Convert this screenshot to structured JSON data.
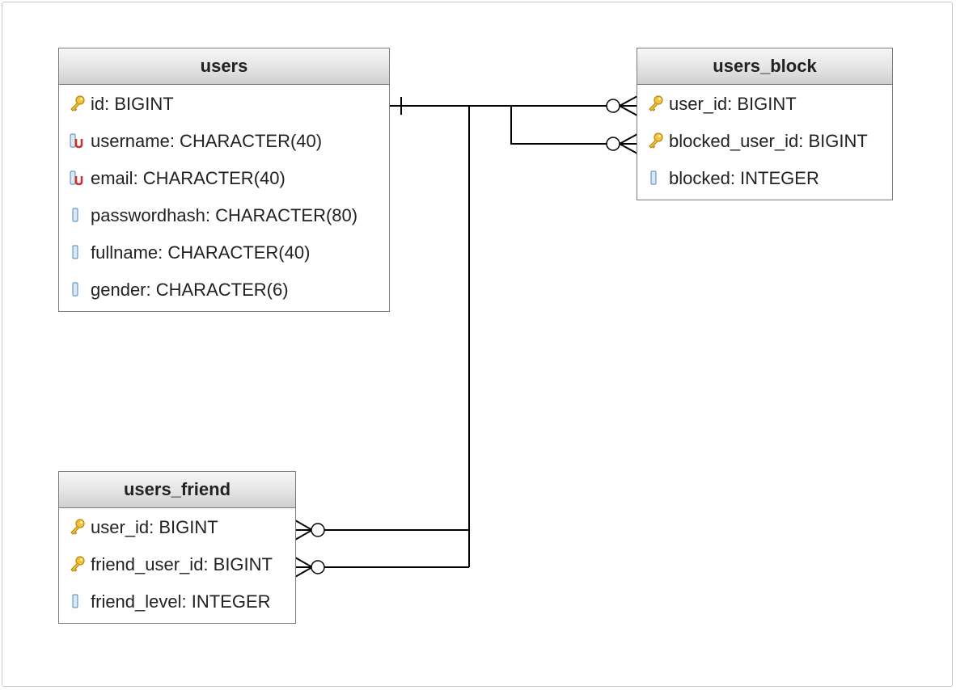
{
  "tables": {
    "users": {
      "name": "users",
      "columns": [
        {
          "text": "id: BIGINT",
          "icon": "primary-key-icon"
        },
        {
          "text": "username: CHARACTER(40)",
          "icon": "unique-column-icon"
        },
        {
          "text": "email: CHARACTER(40)",
          "icon": "unique-column-icon"
        },
        {
          "text": "passwordhash: CHARACTER(80)",
          "icon": "column-icon"
        },
        {
          "text": "fullname: CHARACTER(40)",
          "icon": "column-icon"
        },
        {
          "text": "gender: CHARACTER(6)",
          "icon": "column-icon"
        }
      ]
    },
    "users_block": {
      "name": "users_block",
      "columns": [
        {
          "text": "user_id: BIGINT",
          "icon": "primary-key-icon"
        },
        {
          "text": "blocked_user_id: BIGINT",
          "icon": "primary-key-icon"
        },
        {
          "text": "blocked: INTEGER",
          "icon": "column-icon"
        }
      ]
    },
    "users_friend": {
      "name": "users_friend",
      "columns": [
        {
          "text": "user_id: BIGINT",
          "icon": "primary-key-icon"
        },
        {
          "text": "friend_user_id: BIGINT",
          "icon": "primary-key-icon"
        },
        {
          "text": "friend_level: INTEGER",
          "icon": "column-icon"
        }
      ]
    }
  },
  "relationships": [
    {
      "from": "users.id",
      "to": "users_block.user_id",
      "from_cardinality": "one",
      "to_cardinality": "zero-or-many"
    },
    {
      "from": "users.id",
      "to": "users_block.blocked_user_id",
      "from_cardinality": "one",
      "to_cardinality": "zero-or-many"
    },
    {
      "from": "users.id",
      "to": "users_friend.user_id",
      "from_cardinality": "one",
      "to_cardinality": "zero-or-many"
    },
    {
      "from": "users.id",
      "to": "users_friend.friend_user_id",
      "from_cardinality": "one",
      "to_cardinality": "zero-or-many"
    }
  ],
  "colors": {
    "border": "#7b7b7b",
    "key": "#e8b422",
    "unique": "#d0302c",
    "column": "#6b96c8",
    "line": "#000000"
  }
}
